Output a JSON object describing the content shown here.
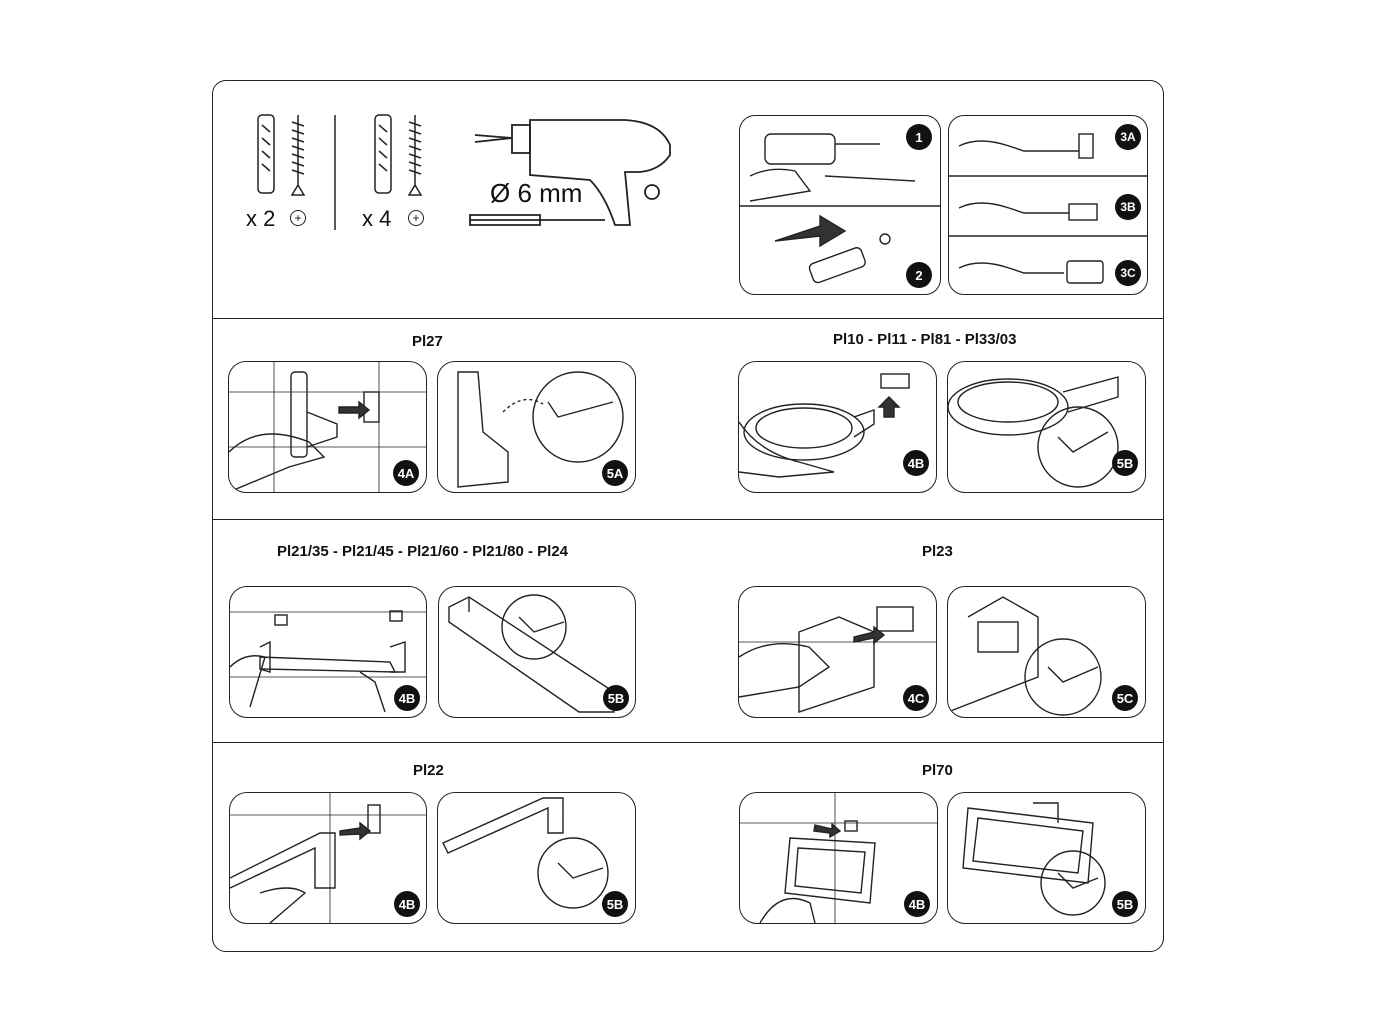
{
  "hardware": {
    "set_small": {
      "qty": "x 2"
    },
    "set_large": {
      "qty": "x 4"
    },
    "drill_bit": {
      "size": "Ø 6 mm"
    }
  },
  "steps_top": {
    "drill": "1",
    "plug": "2",
    "screw_a": "3A",
    "screw_b": "3B",
    "screw_c": "3C"
  },
  "sections": {
    "pl27": {
      "title": "Pl27",
      "steps": [
        "4A",
        "5A"
      ]
    },
    "pl10": {
      "title": "Pl10 - Pl11 - Pl81 - Pl33/03",
      "steps": [
        "4B",
        "5B"
      ]
    },
    "pl21": {
      "title": "Pl21/35 - Pl21/45 - Pl21/60 - Pl21/80 - Pl24",
      "steps": [
        "4B",
        "5B"
      ]
    },
    "pl23": {
      "title": "Pl23",
      "steps": [
        "4C",
        "5C"
      ]
    },
    "pl22": {
      "title": "Pl22",
      "steps": [
        "4B",
        "5B"
      ]
    },
    "pl70": {
      "title": "Pl70",
      "steps": [
        "4B",
        "5B"
      ]
    }
  },
  "icons": {
    "screw_head_small": "phillips-screw-icon",
    "screw_head_large": "phillips-screw-icon",
    "hex_key": "hex-key-icon",
    "arrow": "insert-arrow-icon"
  }
}
